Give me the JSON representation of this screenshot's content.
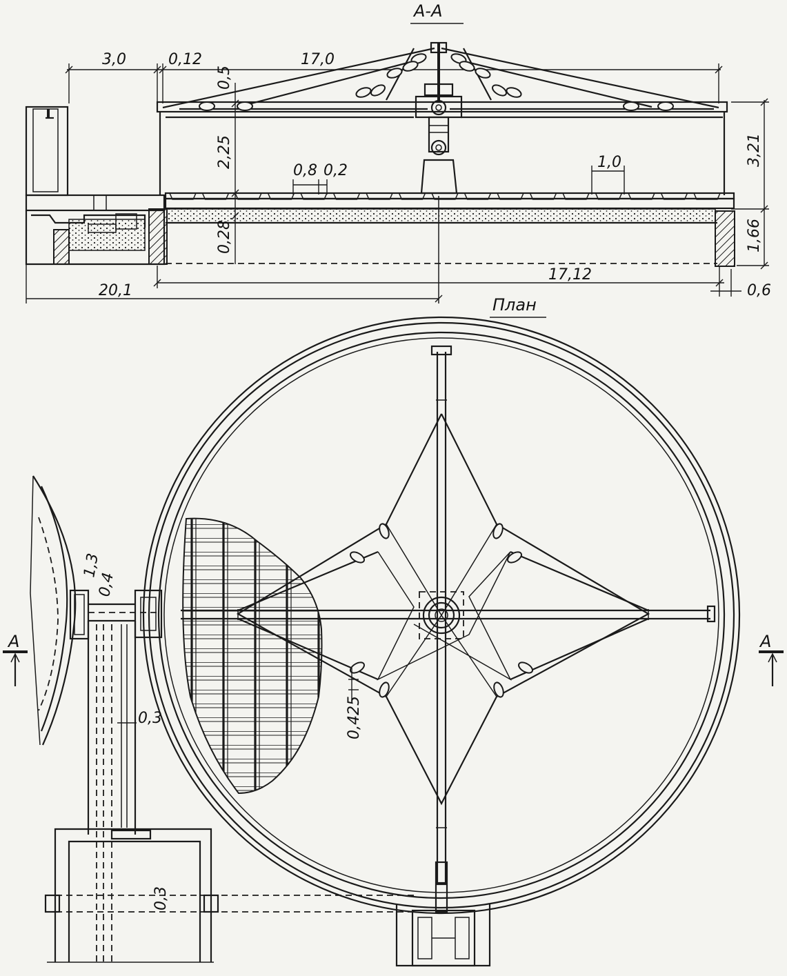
{
  "section": {
    "title": "А-А",
    "dims": {
      "d_3_0": "3,0",
      "d_0_12": "0,12",
      "d_17_0": "17,0",
      "d_0_5": "0,5",
      "d_2_25": "2,25",
      "d_3_21": "3,21",
      "d_0_8": "0,8",
      "d_0_2": "0,2",
      "d_1_0": "1,0",
      "d_0_28": "0,28",
      "d_1_66": "1,66",
      "d_20_1": "20,1",
      "d_17_12": "17,12",
      "d_0_6": "0,6"
    }
  },
  "plan": {
    "title": "План",
    "dims": {
      "d_1_3": "1,3",
      "d_0_4": "0,4",
      "d_0_3a": "0,3",
      "d_0_425": "0,425",
      "d_0_3b": "0,3"
    },
    "cut_left": "A",
    "cut_right": "A"
  }
}
